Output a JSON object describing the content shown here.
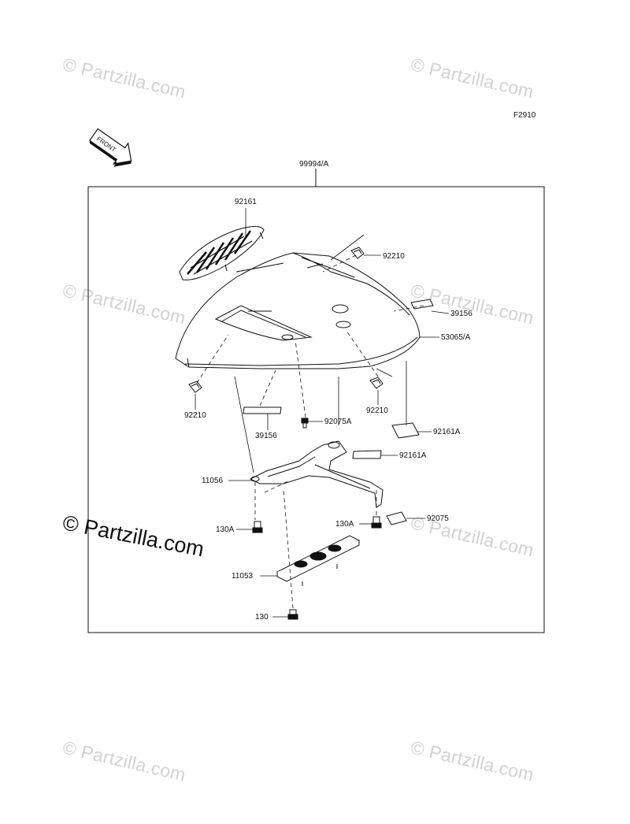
{
  "figure_code": "F2910",
  "front_arrow_text": "FRONT",
  "watermarks": {
    "text": "© Partzilla.com",
    "big_text": "© Partzilla.com"
  },
  "parts": {
    "p99994A": "99994/A",
    "p92161": "92161",
    "p92210_top": "92210",
    "p39156_right": "39156",
    "p53065A": "53065/A",
    "p92210_left": "92210",
    "p92210_mid": "92210",
    "p39156_left": "39156",
    "p92075A": "92075A",
    "p92161A_right": "92161A",
    "p92161A_mid": "92161A",
    "p11056": "11056",
    "p130A_left": "130A",
    "p130A_right": "130A",
    "p92075": "92075",
    "p11053": "11053",
    "p130": "130"
  }
}
